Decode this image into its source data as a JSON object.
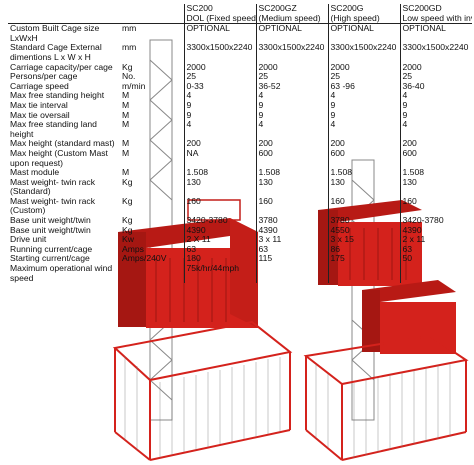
{
  "headers": [
    {
      "model": "SC200",
      "desc": "DOL (Fixed speed)"
    },
    {
      "model": "SC200GZ",
      "desc": "(Medium speed)"
    },
    {
      "model": "SC200G",
      "desc": "(High speed)"
    },
    {
      "model": "SC200GD",
      "desc": "Low speed with inverter"
    }
  ],
  "rows": [
    {
      "label": "Custom Built Cage size LxWxH",
      "unit": "mm",
      "values": [
        "OPTIONAL",
        "OPTIONAL",
        "OPTIONAL",
        "OPTIONAL"
      ]
    },
    {
      "label": "Standard Cage External dimentions L x W x H",
      "unit": "mm",
      "values": [
        "3300x1500x2240",
        "3300x1500x2240",
        "3300x1500x2240",
        "3300x1500x2240"
      ]
    },
    {
      "label": "Carriage capacity/per cage",
      "unit": "Kg",
      "values": [
        "2000",
        "2000",
        "2000",
        "2000"
      ]
    },
    {
      "label": "Persons/per cage",
      "unit": "No.",
      "values": [
        "25",
        "25",
        "25",
        "25"
      ]
    },
    {
      "label": "Carriage speed",
      "unit": "m/min",
      "values": [
        "0-33",
        "36-52",
        "63 -96",
        "36-40"
      ]
    },
    {
      "label": "Max free standing height",
      "unit": "M",
      "values": [
        "4",
        "4",
        "4",
        "4"
      ]
    },
    {
      "label": "Max tie interval",
      "unit": "M",
      "values": [
        "9",
        "9",
        "9",
        "9"
      ]
    },
    {
      "label": "Max tie oversail",
      "unit": "M",
      "values": [
        "9",
        "9",
        "9",
        "9"
      ]
    },
    {
      "label": "Max free standing land height",
      "unit": "M",
      "values": [
        "4",
        "4",
        "4",
        "4"
      ]
    },
    {
      "label": "Max height (standard mast)",
      "unit": "M",
      "values": [
        "200",
        "200",
        "200",
        "200"
      ]
    },
    {
      "label": "Max height (Custom Mast upon request)",
      "unit": "M",
      "values": [
        "NA",
        "600",
        "600",
        "600"
      ]
    },
    {
      "label": "Mast module",
      "unit": "M",
      "values": [
        "1.508",
        "1.508",
        "1.508",
        "1.508"
      ]
    },
    {
      "label": "Mast weight- twin rack (Standard)",
      "unit": "Kg",
      "values": [
        "130",
        "130",
        "130",
        "130"
      ]
    },
    {
      "label": "Mast weight- twin rack (Custom)",
      "unit": "Kg",
      "values": [
        "160",
        "160",
        "160",
        "160"
      ]
    },
    {
      "label": "Base unit weight/twin",
      "unit": "Kg",
      "values": [
        "3420-3780",
        "3780",
        "3780",
        "3420-3780"
      ]
    },
    {
      "label": "Base unit weight/twin",
      "unit": "Kg",
      "values": [
        "4390",
        "4390",
        "4550",
        "4390"
      ]
    },
    {
      "label": "Drive unit",
      "unit": "Kw",
      "values": [
        "2 X 11",
        "3 x 11",
        "3 x 15",
        "2 x 11"
      ]
    },
    {
      "label": "Running current/cage",
      "unit": "Amps",
      "values": [
        "63",
        "63",
        "86",
        "63"
      ]
    },
    {
      "label": "Starting current/cage",
      "unit": "Amps/240V",
      "values": [
        "180",
        "115",
        "175",
        "50"
      ]
    },
    {
      "label": "Maximum operational wind speed",
      "unit": "",
      "values": [
        "75k/hr/44mph",
        "",
        "",
        ""
      ]
    }
  ],
  "colors": {
    "cage_red": "#d4221c",
    "mast_grey": "#9a9a9a",
    "line": "#222222"
  }
}
